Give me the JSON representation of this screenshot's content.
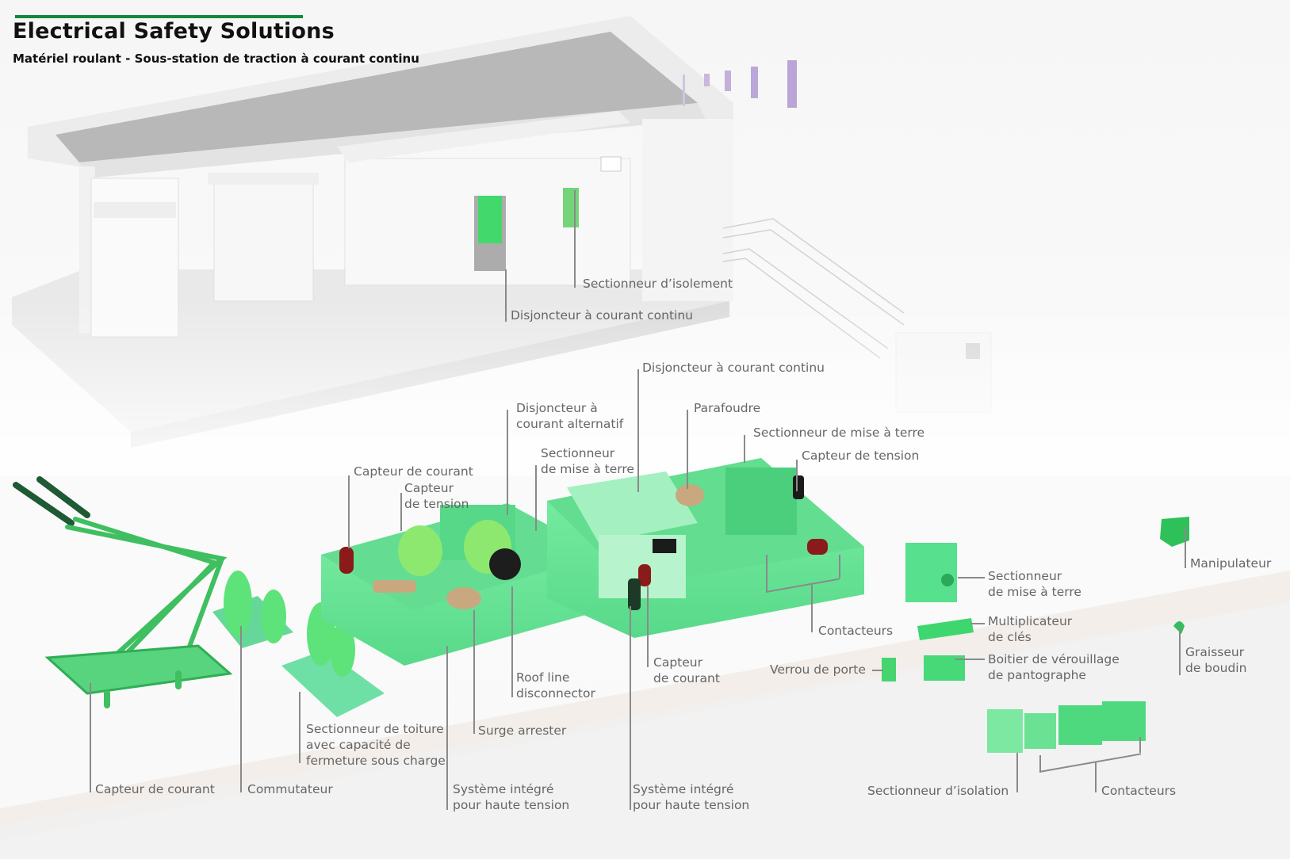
{
  "header": {
    "title": "Electrical Safety Solutions",
    "subtitle": "Matériel roulant - Sous-station de traction à courant continu",
    "accent_color": "#0f8a3c"
  },
  "colors": {
    "equipment_green": "#5fe08f",
    "equipment_dark_green": "#1fa84a",
    "building_gray": "#e6e6e6",
    "roof_gray": "#bdbdbd",
    "signal_purple": "#b9a6d6",
    "insulator_red": "#8b1a1a",
    "insulator_tan": "#c9a87f",
    "label_gray": "#666666"
  },
  "substation_labels": {
    "isolation_switch": "Sectionneur d’isolement",
    "dc_breaker": "Disjoncteur à courant continu"
  },
  "rolling_stock_labels": {
    "dc_breaker_top": "Disjoncteur à courant continu",
    "ac_breaker_line1": "Disjoncteur à",
    "ac_breaker_line2": "courant alternatif",
    "earthing_switch_a_line1": "Sectionneur",
    "earthing_switch_a_line2": "de mise à terre",
    "surge_protector": "Parafoudre",
    "earthing_switch_b": "Sectionneur de mise à terre",
    "voltage_sensor_b": "Capteur de tension",
    "current_sensor_a": "Capteur de courant",
    "voltage_sensor_a_line1": "Capteur",
    "voltage_sensor_a_line2": "de tension",
    "contactors_a": "Contacteurs",
    "roof_line_disconnector_line1": "Roof line",
    "roof_line_disconnector_line2": "disconnector",
    "current_sensor_b_line1": "Capteur",
    "current_sensor_b_line2": "de courant",
    "surge_arrester": "Surge arrester",
    "roof_switch_line1": "Sectionneur de toiture",
    "roof_switch_line2": "avec capacité de",
    "roof_switch_line3": "fermeture sous charge",
    "pantograph_current_sensor": "Capteur de courant",
    "commutator": "Commutateur",
    "hv_system_a_line1": "Système intégré",
    "hv_system_a_line2": "pour haute tension",
    "hv_system_b_line1": "Système intégré",
    "hv_system_b_line2": "pour haute tension"
  },
  "accessory_labels": {
    "earthing_switch_c_line1": "Sectionneur",
    "earthing_switch_c_line2": "de mise à terre",
    "key_multiplier_line1": "Multiplicateur",
    "key_multiplier_line2": "de clés",
    "door_lock": "Verrou de porte",
    "pantograph_lock_box_line1": "Boitier de vérouillage",
    "pantograph_lock_box_line2": "de pantographe",
    "manipulator": "Manipulateur",
    "flange_lubricator_line1": "Graisseur",
    "flange_lubricator_line2": "de boudin",
    "isolation_switch": "Sectionneur d’isolation",
    "contactors_b": "Contacteurs"
  }
}
